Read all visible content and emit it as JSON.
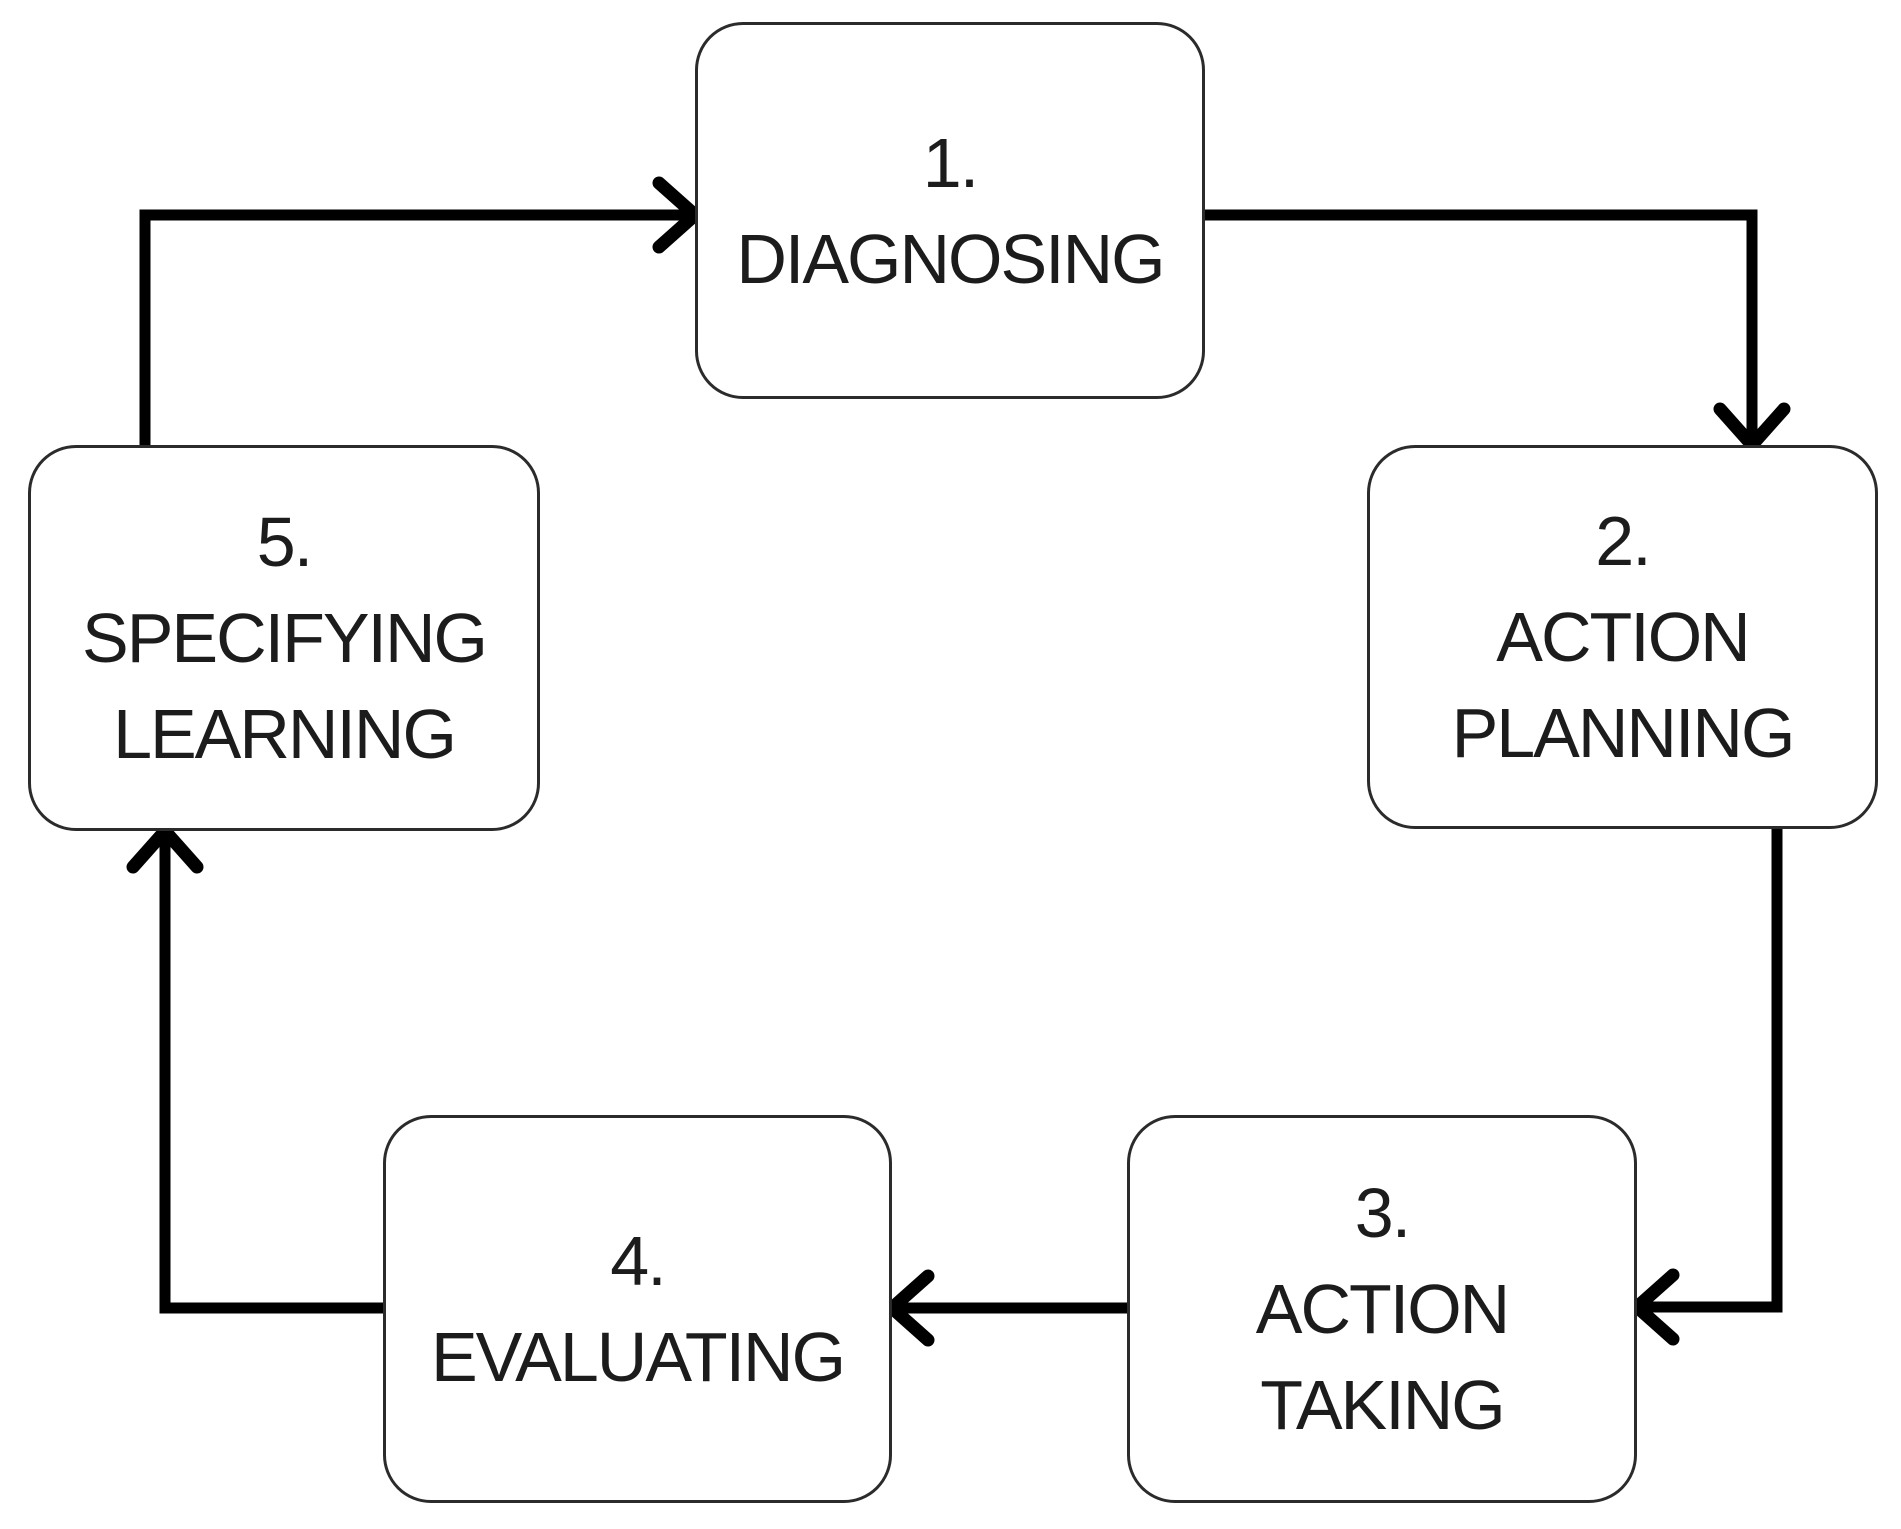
{
  "diagram": {
    "type": "cycle-flowchart",
    "nodes": [
      {
        "id": 1,
        "number": "1.",
        "line1": "DIAGNOSING",
        "line2": ""
      },
      {
        "id": 2,
        "number": "2.",
        "line1": "ACTION",
        "line2": "PLANNING"
      },
      {
        "id": 3,
        "number": "3.",
        "line1": "ACTION",
        "line2": "TAKING"
      },
      {
        "id": 4,
        "number": "4.",
        "line1": "EVALUATING",
        "line2": ""
      },
      {
        "id": 5,
        "number": "5.",
        "line1": "SPECIFYING",
        "line2": "LEARNING"
      }
    ],
    "connectors": [
      {
        "from": 5,
        "to": 1
      },
      {
        "from": 1,
        "to": 2
      },
      {
        "from": 2,
        "to": 3
      },
      {
        "from": 3,
        "to": 4
      },
      {
        "from": 4,
        "to": 5
      }
    ]
  },
  "colors": {
    "background": "#ffffff",
    "box_border": "#2b2b2b",
    "arrow_line": "#000000",
    "text": "#1c1c1c"
  }
}
